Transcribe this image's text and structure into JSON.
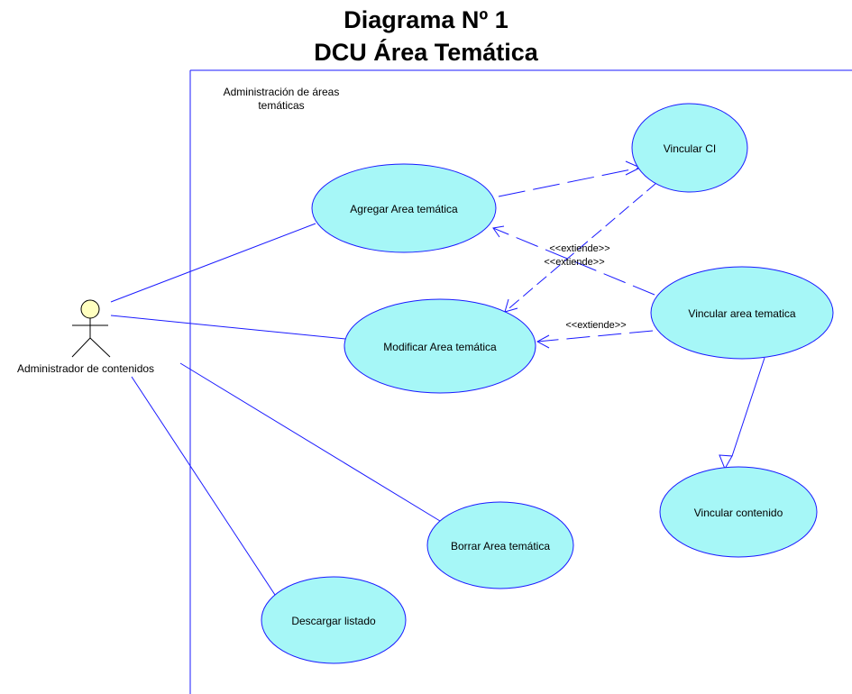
{
  "title": {
    "line1": "Diagrama Nº 1",
    "line2": "DCU Área Temática"
  },
  "system": {
    "name_line1": "Administración de áreas",
    "name_line2": "temáticas"
  },
  "actor": {
    "name": "Administrador de contenidos"
  },
  "use_cases": {
    "agregar": "Agregar Area temática",
    "modificar": "Modificar Area temática",
    "borrar": "Borrar Area temática",
    "descargar": "Descargar listado",
    "vincular_ci": "Vincular CI",
    "vincular_area": "Vincular area tematica",
    "vincular_contenido": "Vincular contenido"
  },
  "relations": {
    "extend_1": "<<extiende>>",
    "extend_2": "<<extiende>>",
    "extend_3": "<<extiende>>"
  },
  "colors": {
    "line": "#1a1aff",
    "usecase_fill": "#a6f7f7",
    "actor_head_fill": "#ffffc0",
    "text": "#000000"
  }
}
